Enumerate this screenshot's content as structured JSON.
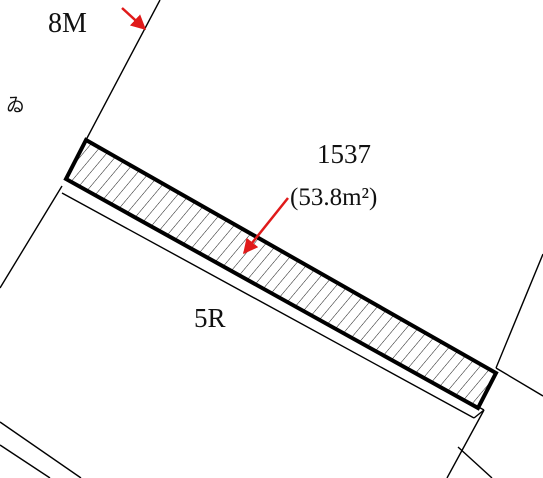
{
  "map": {
    "labels": {
      "block_code": "8M",
      "parcel_number": "1537",
      "parcel_area": "(53.8m²)",
      "road_name": "5R",
      "edge_fragment": "ゐ"
    },
    "colors": {
      "lines": "#000000",
      "arrow": "#e01a1a",
      "background": "#ffffff"
    },
    "icons": {
      "parcel_fill": "diagonal-hatch",
      "pointer": "red-arrow"
    }
  }
}
